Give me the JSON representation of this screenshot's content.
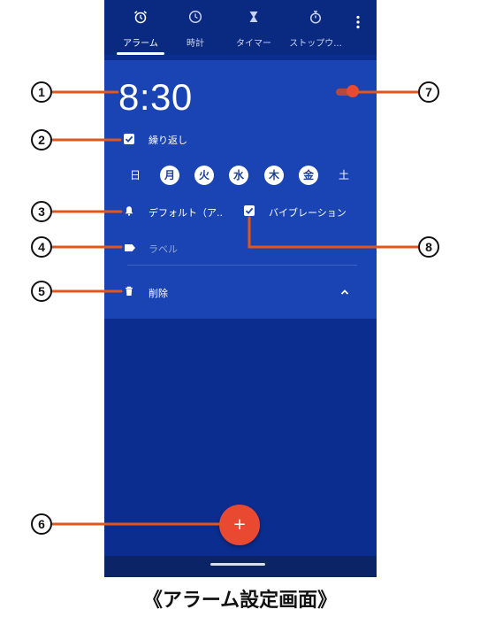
{
  "tabs": [
    {
      "label": "アラーム",
      "icon": "alarm-icon",
      "active": true
    },
    {
      "label": "時計",
      "icon": "clock-icon",
      "active": false
    },
    {
      "label": "タイマー",
      "icon": "hourglass-icon",
      "active": false
    },
    {
      "label": "ストップウ...",
      "icon": "stopwatch-icon",
      "active": false
    }
  ],
  "alarm": {
    "time": "8:30",
    "enabled": true,
    "repeat_label": "繰り返し",
    "repeat_checked": true,
    "days": [
      {
        "label": "日",
        "selected": false
      },
      {
        "label": "月",
        "selected": true
      },
      {
        "label": "火",
        "selected": true
      },
      {
        "label": "水",
        "selected": true
      },
      {
        "label": "木",
        "selected": true
      },
      {
        "label": "金",
        "selected": true
      },
      {
        "label": "土",
        "selected": false
      }
    ],
    "ringtone_label": "デフォルト（ア..",
    "vibration_label": "バイブレーション",
    "vibration_checked": true,
    "label_placeholder": "ラベル",
    "delete_label": "削除"
  },
  "fab_label": "+",
  "callouts": [
    "1",
    "2",
    "3",
    "4",
    "5",
    "6",
    "7",
    "8"
  ],
  "caption": "《アラーム設定画面》",
  "colors": {
    "background": "#0b2d8f",
    "card": "#1a44b3",
    "accent": "#e84930",
    "callout_line": "#e2561b"
  }
}
